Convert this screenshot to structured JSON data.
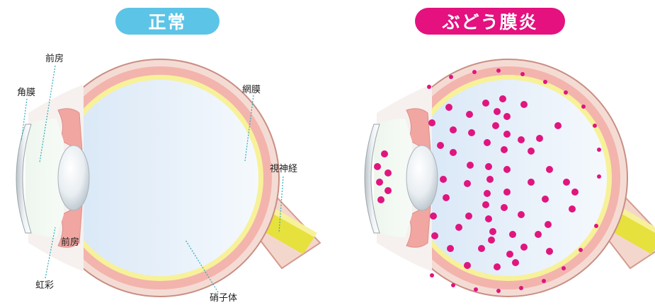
{
  "titles": {
    "normal": "正常",
    "uveitis": "ぶどう膜炎"
  },
  "labels": {
    "anterior_chamber": "前房",
    "cornea": "角膜",
    "retina": "網膜",
    "optic_nerve": "視神経",
    "iris": "虹彩",
    "vitreous": "硝子体"
  },
  "colors": {
    "normal_title_bg": "#5cc4e6",
    "uveitis_title_bg": "#e4117f",
    "inflammation_dot": "#e0157f",
    "sclera": "#f4dcd4",
    "choroid": "#f3b4ad",
    "retina": "#f7f19a",
    "optic_nerve": "#e6e13c",
    "vitreous": "#e5f0fb"
  }
}
